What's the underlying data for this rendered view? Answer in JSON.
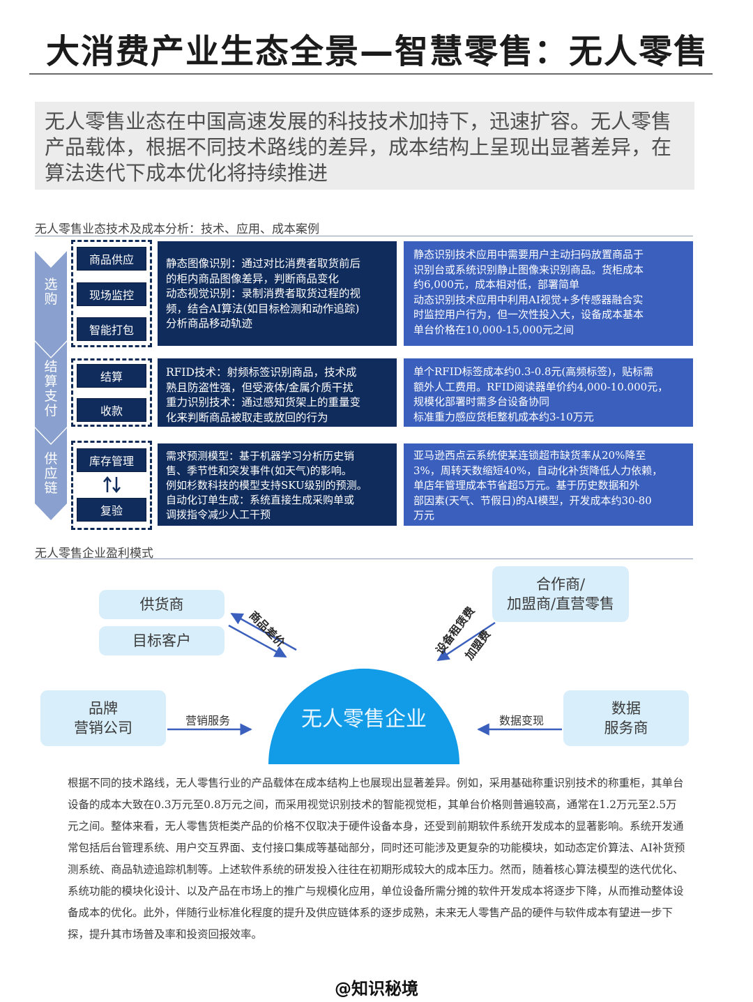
{
  "page": {
    "title": "大消费产业生态全景—智慧零售：无人零售",
    "summary": "无人零售业态在中国高速发展的科技技术加持下，迅速扩容。无人零售产品载体，根据不同技术路线的差异，成本结构上呈现出显著差异，在算法迭代下成本优化将持续推进"
  },
  "tech_section": {
    "label": "无人零售业态技术及成本分析：技术、应用、成本案例",
    "stages": [
      {
        "chevron": [
          "选",
          "购"
        ],
        "buttons": [
          "商品供应",
          "现场监控",
          "智能打包"
        ],
        "tech": [
          "静态图像识别：通过对比消费者取货前后",
          "的柜内商品图像差异，判断商品变化",
          "动态视觉识别：录制消费者取货过程的视",
          "频，结合AI算法(如目标检测和动作追踪)",
          "分析商品移动轨迹"
        ],
        "cost": [
          "静态识别技术应用中需要用户主动扫码放置商品于",
          "识别台或系统识别静止图像来识别商品。货柜成本",
          "约6,000元，成本相对低，部署简单",
          "动态识别技术应用中利用AI视觉+多传感器融合实",
          "时监控用户行为，但一次性投入大，设备成本基本",
          "单台价格在10,000-15,000元之间"
        ]
      },
      {
        "chevron": [
          "结",
          "算",
          "支",
          "付"
        ],
        "buttons": [
          "结算",
          "收款"
        ],
        "tech": [
          "RFID技术：射频标签识别商品，技术成",
          "熟且防盗性强，但受液体/金属介质干扰",
          "重力识别技术：通过感知货架上的重量变",
          "化来判断商品被取走或放回的行为"
        ],
        "cost": [
          "单个RFID标签成本约0.3-0.8元(高频标签)，贴标需",
          "额外人工费用。RFID阅读器单价约4,000-10.000元，",
          "规模化部署时需多台设备协同",
          "标准重力感应货柜整机成本约3-10万元"
        ]
      },
      {
        "chevron": [
          "供",
          "应",
          "链"
        ],
        "buttons": [
          "库存管理",
          "复验"
        ],
        "tech": [
          "需求预测模型：基于机器学习分析历史销",
          "售、季节性和突发事件(如天气)的影响。",
          "例如杉数科技的模型支持SKU级别的预测。",
          "自动化订单生成：系统直接生成采购单或",
          "调拨指令减少人工干预"
        ],
        "cost": [
          "亚马逊西点云系统使某连锁超市缺货率从20%降至",
          "3%，周转天数缩短40%，自动化补货降低人力依赖，",
          "单店年管理成本节省超5万元。基于历史数据和外",
          "部因素(天气、节假日)的AI模型，开发成本约30-80",
          "万元"
        ]
      }
    ]
  },
  "profit_section": {
    "label": "无人零售企业盈利模式",
    "center": "无人零售企业",
    "supplier": "供货商",
    "customer": "目标客户",
    "partner": [
      "合作商/",
      "加盟商/直营零售"
    ],
    "brand": [
      "品牌",
      "营销公司"
    ],
    "data": [
      "数据",
      "服务商"
    ],
    "arrow_margin": "商品差价",
    "arrow_rent": "设备租赁费",
    "arrow_franchise": "加盟费",
    "arrow_marketing": "营销服务",
    "arrow_data": "数据变现"
  },
  "body_text": "根据不同的技术路线，无人零售行业的产品载体在成本结构上也展现出显著差异。例如，采用基础称重识别技术的称重柜，其单台设备的成本大致在0.3万元至0.8万元之间，而采用视觉识别技术的智能视觉柜，其单台价格则普遍较高，通常在1.2万元至2.5万元之间。整体来看，无人零售货柜类产品的价格不仅取决于硬件设备本身，还受到前期软件系统开发成本的显著影响。系统开发通常包括后台管理系统、用户交互界面、支付接口集成等基础部分，同时还可能涉及更复杂的功能模块，如动态定价算法、AI补货预测系统、商品轨迹追踪机制等。上述软件系统的研发投入往往在初期形成较大的成本压力。然而，随着核心算法模型的迭代优化、系统功能的模块化设计、以及产品在市场上的推广与规模化应用，单位设备所需分摊的软件开发成本将逐步下降，从而推动整体设备成本的优化。此外，伴随行业标准化程度的提升及供应链体系的逐步成熟，未来无人零售产品的硬件与软件成本有望进一步下探，提升其市场普及率和投资回报效率。",
  "watermark": "@知识秘境",
  "colors": {
    "navy": "#102c5c",
    "panel_blue": "#3a5fbd",
    "chevron": "#8aa1cf",
    "light_box": "#d8eefa",
    "bubble": "#129be6"
  }
}
